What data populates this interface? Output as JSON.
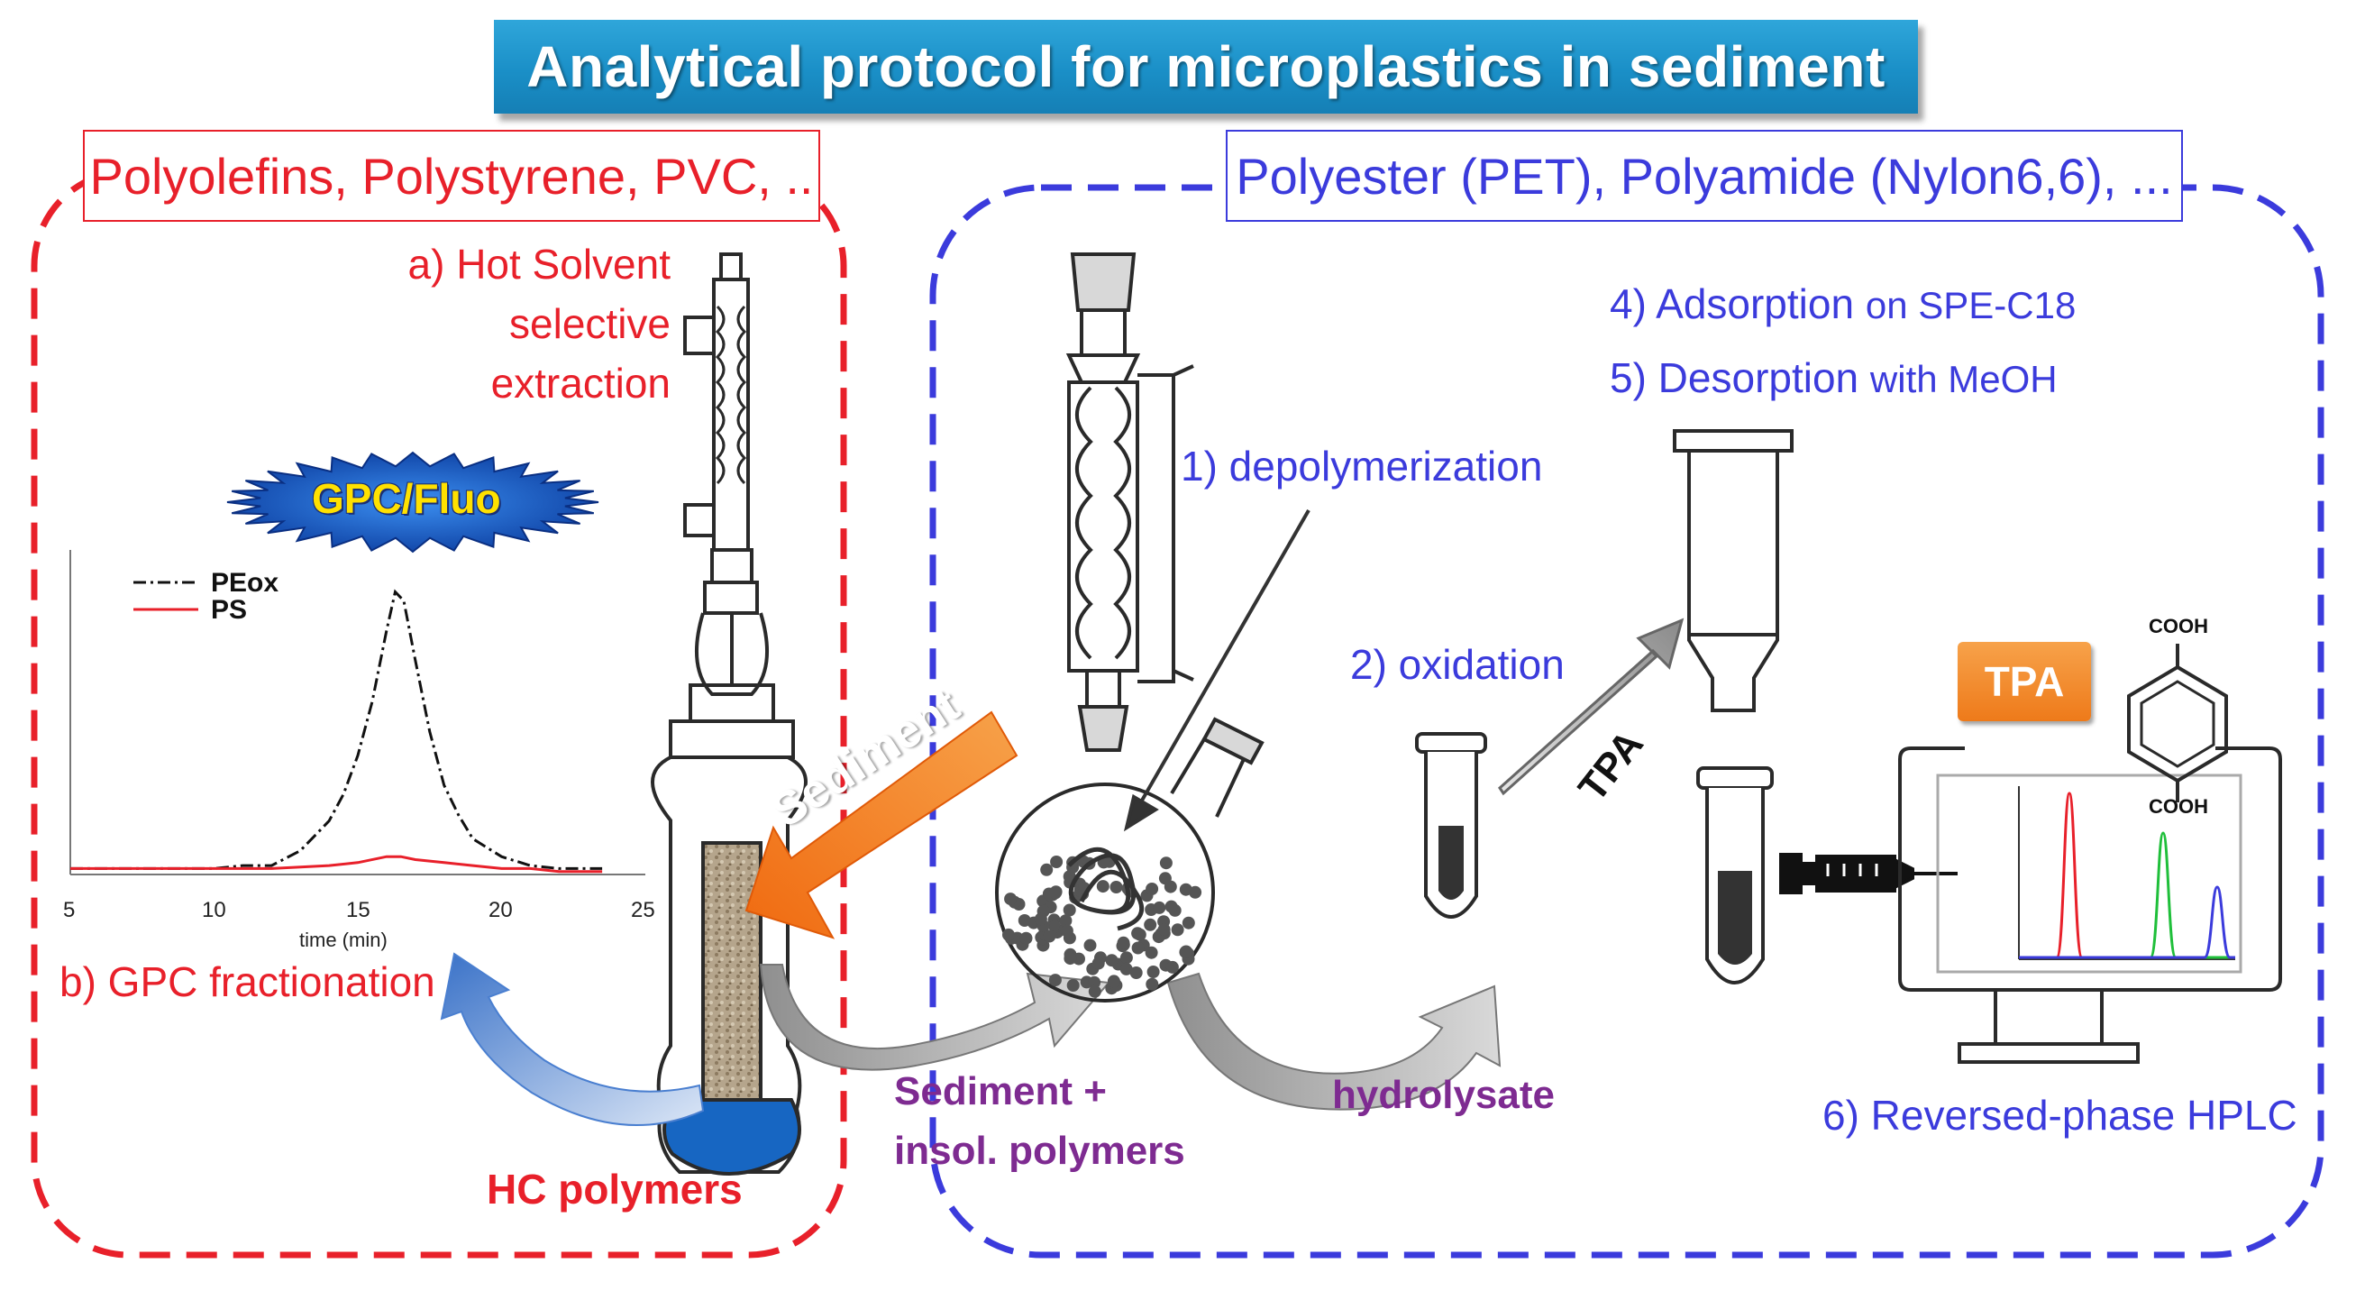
{
  "title": "Analytical protocol for microplastics in sediment",
  "left_panel": {
    "polymer_label": "Polyolefins, Polystyrene, PVC, ..",
    "step_a_line1": "a) Hot Solvent",
    "step_a_line2": "selective",
    "step_a_line3": "extraction",
    "badge": "GPC/Fluo",
    "step_b": "b) GPC fractionation",
    "output_label": "HC polymers",
    "border_color": "#e8202a"
  },
  "chromatogram": {
    "legend": [
      "PEox",
      "PS"
    ],
    "x_ticks": [
      "5",
      "10",
      "15",
      "20",
      "25"
    ],
    "x_label": "time (min)"
  },
  "chart_data": {
    "type": "line",
    "xlabel": "time (min)",
    "ylabel": "",
    "xlim": [
      5,
      25
    ],
    "ylim": [
      0,
      1
    ],
    "series": [
      {
        "name": "PEox",
        "color": "#111111",
        "style": "dash-dot",
        "x": [
          5,
          8,
          10,
          11,
          12,
          13,
          14,
          14.5,
          15,
          15.5,
          16,
          16.3,
          16.6,
          17,
          17.5,
          18,
          18.5,
          19,
          20,
          21,
          22,
          23.5
        ],
        "y": [
          0.02,
          0.02,
          0.02,
          0.03,
          0.03,
          0.08,
          0.18,
          0.27,
          0.4,
          0.58,
          0.82,
          0.95,
          0.92,
          0.72,
          0.48,
          0.3,
          0.2,
          0.12,
          0.06,
          0.03,
          0.02,
          0.02
        ]
      },
      {
        "name": "PS",
        "color": "#e8202a",
        "style": "solid",
        "x": [
          5,
          8,
          10,
          12,
          14,
          15,
          16,
          16.5,
          17,
          18,
          19,
          20,
          21,
          22,
          23.5
        ],
        "y": [
          0.02,
          0.02,
          0.02,
          0.02,
          0.03,
          0.04,
          0.06,
          0.06,
          0.05,
          0.04,
          0.03,
          0.02,
          0.02,
          0.01,
          0.01
        ]
      }
    ]
  },
  "center": {
    "sediment_label": "Sediment",
    "sediment_insol_line1": "Sediment +",
    "sediment_insol_line2": "insol. polymers",
    "hydrolysate": "hydrolysate"
  },
  "right_panel": {
    "polymer_label": "Polyester (PET), Polyamide (Nylon6,6), ...",
    "step1": "1) depolymerization",
    "step2": "2) oxidation",
    "step4_main": "4) Adsorption ",
    "step4_small": "on SPE-C18",
    "step5_main": "5) Desorption ",
    "step5_small": "with MeOH",
    "step6": "6) Reversed-phase HPLC",
    "arrow_label": "TPA",
    "tpa_badge": "TPA",
    "cooh_top": "COOH",
    "cooh_bottom": "COOH",
    "border_color": "#3b3bdc"
  },
  "hplc_trace_colors": [
    "#e8202a",
    "#1fbf3a",
    "#3b3bdc"
  ]
}
